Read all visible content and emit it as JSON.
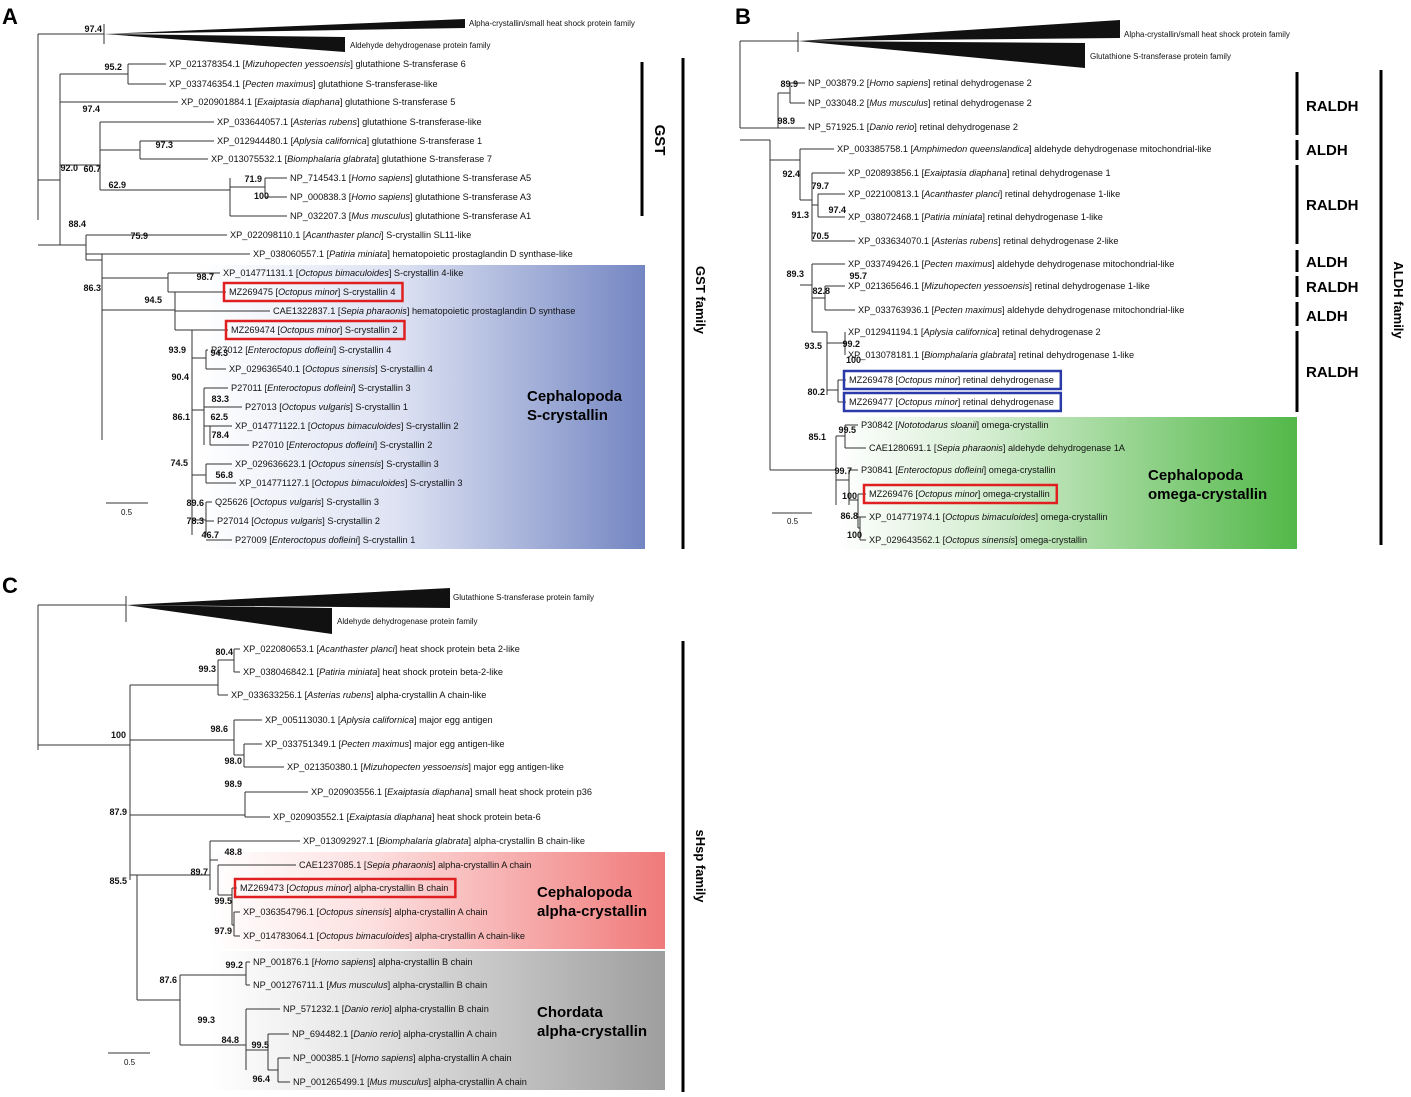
{
  "panels": [
    {
      "id": "A",
      "letter": "A",
      "scale_label": "0.5",
      "collapsed": [
        {
          "label": "Alpha-crystallin/small heat shock protein family"
        },
        {
          "label": "Aldehyde dehydrogenase protein family"
        }
      ],
      "leaves": [
        {
          "acc": "XP_021378354.1",
          "species": "Mizuhopecten yessoensis",
          "desc": "glutathione S-transferase 6"
        },
        {
          "acc": "XP_033746354.1",
          "species": "Pecten maximus",
          "desc": "glutathione S-transferase-like"
        },
        {
          "acc": "XP_020901884.1",
          "species": "Exaiptasia diaphana",
          "desc": "glutathione S-transferase 5"
        },
        {
          "acc": "XP_033644057.1",
          "species": "Asterias rubens",
          "desc": "glutathione S-transferase-like"
        },
        {
          "acc": "XP_012944480.1",
          "species": "Aplysia californica",
          "desc": "glutathione S-transferase 1"
        },
        {
          "acc": "XP_013075532.1",
          "species": "Biomphalaria glabrata",
          "desc": "glutathione S-transferase 7"
        },
        {
          "acc": "NP_714543.1",
          "species": "Homo sapiens",
          "desc": "glutathione S-transferase A5"
        },
        {
          "acc": "NP_000838.3",
          "species": "Homo sapiens",
          "desc": "glutathione S-transferase A3"
        },
        {
          "acc": "NP_032207.3",
          "species": "Mus musculus",
          "desc": "glutathione S-transferase A1"
        },
        {
          "acc": "XP_022098110.1",
          "species": "Acanthaster planci",
          "desc": "S-crystallin SL11-like"
        },
        {
          "acc": "XP_038060557.1",
          "species": "Patiria miniata",
          "desc": "hematopoietic prostaglandin D synthase-like"
        },
        {
          "acc": "XP_014771131.1",
          "species": "Octopus bimaculoides",
          "desc": "S-crystallin 4-like"
        },
        {
          "acc": "MZ269475",
          "species": "Octopus minor",
          "desc": "S-crystallin 4",
          "box": "#e02020"
        },
        {
          "acc": "CAE1322837.1",
          "species": "Sepia pharaonis",
          "desc": "hematopoietic prostaglandin D synthase"
        },
        {
          "acc": "MZ269474",
          "species": "Octopus minor",
          "desc": "S-crystallin 2",
          "box": "#e02020"
        },
        {
          "acc": "P27012",
          "species": "Enteroctopus dofleini",
          "desc": "S-crystallin 4"
        },
        {
          "acc": "XP_029636540.1",
          "species": "Octopus sinensis",
          "desc": "S-crystallin 4"
        },
        {
          "acc": "P27011",
          "species": "Enteroctopus dofleini",
          "desc": "S-crystallin 3"
        },
        {
          "acc": "P27013",
          "species": "Octopus vulgaris",
          "desc": "S-crystallin 1"
        },
        {
          "acc": "XP_014771122.1",
          "species": "Octopus bimaculoides",
          "desc": "S-crystallin 2"
        },
        {
          "acc": "P27010",
          "species": "Enteroctopus dofleini",
          "desc": "S-crystallin 2"
        },
        {
          "acc": "XP_029636623.1",
          "species": "Octopus sinensis",
          "desc": "S-crystallin 3"
        },
        {
          "acc": "XP_014771127.1",
          "species": "Octopus bimaculoides",
          "desc": "S-crystallin 3"
        },
        {
          "acc": "Q25626",
          "species": "Octopus vulgaris",
          "desc": "S-crystallin 3"
        },
        {
          "acc": "P27014",
          "species": "Octopus vulgaris",
          "desc": "S-crystallin 2"
        },
        {
          "acc": "P27009",
          "species": "Enteroctopus dofleini",
          "desc": "S-crystallin 1"
        }
      ],
      "bootstraps": [
        "97.4",
        "95.2",
        "97.4",
        "60.7",
        "97.3",
        "92.0",
        "62.9",
        "71.9",
        "100",
        "88.4",
        "75.9",
        "98.7",
        "86.3",
        "94.5",
        "93.9",
        "94.3",
        "90.4",
        "83.3",
        "86.1",
        "62.5",
        "78.4",
        "74.5",
        "56.8",
        "89.6",
        "78.3",
        "46.7"
      ],
      "group_labels": [
        "GST"
      ],
      "family_label": "GST family",
      "highlight": {
        "line1": "Cephalopoda",
        "line2": "S-crystallin",
        "color": "#7486c2"
      }
    },
    {
      "id": "B",
      "letter": "B",
      "scale_label": "0.5",
      "collapsed": [
        {
          "label": "Alpha-crystallin/small heat shock protein family"
        },
        {
          "label": "Glutathione S-transferase protein family"
        }
      ],
      "leaves": [
        {
          "acc": "NP_003879.2",
          "species": "Homo sapiens",
          "desc": "retinal dehydrogenase 2"
        },
        {
          "acc": "NP_033048.2",
          "species": "Mus musculus",
          "desc": "retinal dehydrogenase 2"
        },
        {
          "acc": "NP_571925.1",
          "species": "Danio rerio",
          "desc": "retinal dehydrogenase 2"
        },
        {
          "acc": "XP_003385758.1",
          "species": "Amphimedon queenslandica",
          "desc": "aldehyde dehydrogenase mitochondrial-like"
        },
        {
          "acc": "XP_020893856.1",
          "species": "Exaiptasia diaphana",
          "desc": "retinal dehydrogenase 1"
        },
        {
          "acc": "XP_022100813.1",
          "species": "Acanthaster planci",
          "desc": "retinal dehydrogenase 1-like"
        },
        {
          "acc": "XP_038072468.1",
          "species": "Patiria miniata",
          "desc": "retinal dehydrogenase 1-like"
        },
        {
          "acc": "XP_033634070.1",
          "species": "Asterias rubens",
          "desc": "retinal dehydrogenase 2-like"
        },
        {
          "acc": "XP_033749426.1",
          "species": "Pecten maximus",
          "desc": "aldehyde dehydrogenase mitochondrial-like"
        },
        {
          "acc": "XP_021365646.1",
          "species": "Mizuhopecten yessoensis",
          "desc": "retinal dehydrogenase 1-like"
        },
        {
          "acc": "XP_033763936.1",
          "species": "Pecten maximus",
          "desc": "aldehyde dehydrogenase mitochondrial-like"
        },
        {
          "acc": "XP_012941194.1",
          "species": "Aplysia californica",
          "desc": "retinal dehydrogenase 2"
        },
        {
          "acc": "XP_013078181.1",
          "species": "Biomphalaria glabrata",
          "desc": "retinal dehydrogenase 1-like"
        },
        {
          "acc": "MZ269478",
          "species": "Octopus minor",
          "desc": "retinal dehydrogenase",
          "box": "#2a3aa8"
        },
        {
          "acc": "MZ269477",
          "species": "Octopus minor",
          "desc": "retinal dehydrogenase",
          "box": "#2a3aa8"
        },
        {
          "acc": "P30842",
          "species": "Nototodarus sloanii",
          "desc": "omega-crystallin"
        },
        {
          "acc": "CAE1280691.1",
          "species": "Sepia pharaonis",
          "desc": "aldehyde dehydrogenase 1A"
        },
        {
          "acc": "P30841",
          "species": "Enteroctopus dofleini",
          "desc": "omega-crystallin"
        },
        {
          "acc": "MZ269476",
          "species": "Octopus minor",
          "desc": "omega-crystallin",
          "box": "#e02020"
        },
        {
          "acc": "XP_014771974.1",
          "species": "Octopus bimaculoides",
          "desc": "omega-crystallin"
        },
        {
          "acc": "XP_029643562.1",
          "species": "Octopus sinensis",
          "desc": "omega-crystallin"
        }
      ],
      "bootstraps": [
        "89.9",
        "98.9",
        "92.4",
        "79.7",
        "97.4",
        "91.3",
        "70.5",
        "95.7",
        "82.8",
        "89.3",
        "99.2",
        "93.5",
        "100",
        "80.2",
        "99.5",
        "85.1",
        "99.7",
        "100",
        "86.8",
        "100"
      ],
      "group_labels": [
        "RALDH",
        "ALDH",
        "RALDH",
        "ALDH",
        "RALDH",
        "ALDH",
        "RALDH"
      ],
      "family_label": "ALDH family",
      "highlight": {
        "line1": "Cephalopoda",
        "line2": "omega-crystallin",
        "color": "#52b848"
      }
    },
    {
      "id": "C",
      "letter": "C",
      "scale_label": "0.5",
      "collapsed": [
        {
          "label": "Glutathione S-transferase protein family"
        },
        {
          "label": "Aldehyde dehydrogenase protein family"
        }
      ],
      "leaves": [
        {
          "acc": "XP_022080653.1",
          "species": "Acanthaster planci",
          "desc": "heat shock protein beta 2-like"
        },
        {
          "acc": "XP_038046842.1",
          "species": "Patiria miniata",
          "desc": "heat shock protein beta-2-like"
        },
        {
          "acc": "XP_033633256.1",
          "species": "Asterias rubens",
          "desc": "alpha-crystallin A chain-like"
        },
        {
          "acc": "XP_005113030.1",
          "species": "Aplysia californica",
          "desc": "major egg antigen"
        },
        {
          "acc": "XP_033751349.1",
          "species": "Pecten maximus",
          "desc": "major egg antigen-like"
        },
        {
          "acc": "XP_021350380.1",
          "species": "Mizuhopecten yessoensis",
          "desc": "major egg antigen-like"
        },
        {
          "acc": "XP_020903556.1",
          "species": "Exaiptasia diaphana",
          "desc": "small heat shock protein p36"
        },
        {
          "acc": "XP_020903552.1",
          "species": "Exaiptasia diaphana",
          "desc": "heat shock protein beta-6"
        },
        {
          "acc": "XP_013092927.1",
          "species": "Biomphalaria glabrata",
          "desc": "alpha-crystallin B chain-like"
        },
        {
          "acc": "CAE1237085.1",
          "species": "Sepia pharaonis",
          "desc": "alpha-crystallin A chain"
        },
        {
          "acc": "MZ269473",
          "species": "Octopus minor",
          "desc": "alpha-crystallin B chain",
          "box": "#e02020"
        },
        {
          "acc": "XP_036354796.1",
          "species": "Octopus sinensis",
          "desc": "alpha-crystallin A chain"
        },
        {
          "acc": "XP_014783064.1",
          "species": "Octopus bimaculoides",
          "desc": "alpha-crystallin A chain-like"
        },
        {
          "acc": "NP_001876.1",
          "species": "Homo sapiens",
          "desc": "alpha-crystallin B chain"
        },
        {
          "acc": "NP_001276711.1",
          "species": "Mus musculus",
          "desc": "alpha-crystallin B chain"
        },
        {
          "acc": "NP_571232.1",
          "species": "Danio rerio",
          "desc": "alpha-crystallin B chain"
        },
        {
          "acc": "NP_694482.1",
          "species": "Danio rerio",
          "desc": "alpha-crystallin A chain"
        },
        {
          "acc": "NP_000385.1",
          "species": "Homo sapiens",
          "desc": "alpha-crystallin A chain"
        },
        {
          "acc": "NP_001265499.1",
          "species": "Mus musculus",
          "desc": "alpha-crystallin A chain"
        }
      ],
      "bootstraps": [
        "80.4",
        "99.3",
        "100",
        "98.6",
        "98.0",
        "98.9",
        "87.9",
        "48.8",
        "89.7",
        "85.5",
        "99.5",
        "97.9",
        "87.6",
        "99.2",
        "99.3",
        "84.8",
        "99.5",
        "96.4"
      ],
      "group_labels": [],
      "family_label": "sHsp family",
      "highlight": {
        "line1": "Cephalopoda",
        "line2": "alpha-crystallin",
        "color": "#f07a7a"
      },
      "highlight2": {
        "line1": "Chordata",
        "line2": "alpha-crystallin",
        "color": "#9e9e9e"
      }
    }
  ]
}
